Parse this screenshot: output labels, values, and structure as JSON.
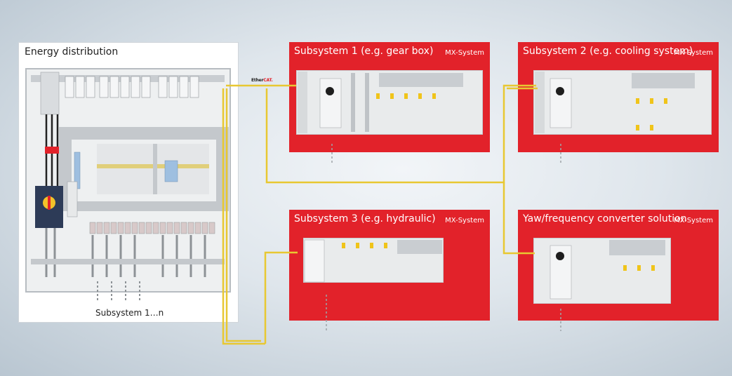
{
  "energy": {
    "title": "Energy distribution",
    "footer_label": "Subsystem 1…n"
  },
  "ethercat_logo": {
    "part1": "Ether",
    "part2": "CAT."
  },
  "subsystems": [
    {
      "title": "Subsystem 1 (e.g. gear box)",
      "brand": "MX-System"
    },
    {
      "title": "Subsystem 2 (e.g. cooling system)",
      "brand": "MX-System"
    },
    {
      "title": "Subsystem 3 (e.g. hydraulic)",
      "brand": "MX-System"
    },
    {
      "title": "Yaw/frequency converter solution",
      "brand": "MX-System"
    }
  ],
  "colors": {
    "panel_red": "#e2222a",
    "cable_yellow": "#e8c832",
    "background": "#dfe6ec"
  }
}
